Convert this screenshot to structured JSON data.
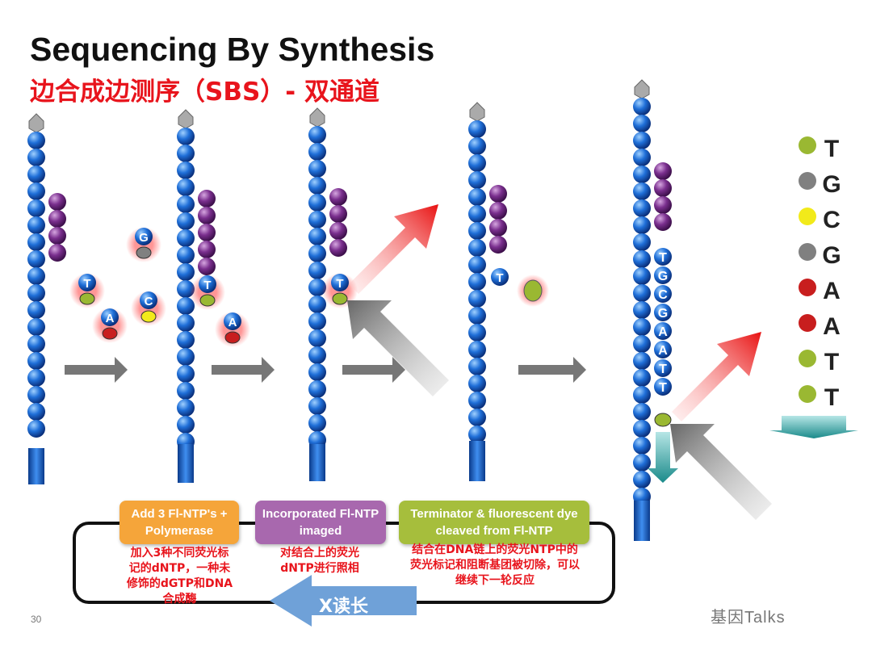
{
  "title": "Sequencing By Synthesis",
  "subtitle": "边合成边测序（SBS）- 双通道",
  "free_nucleotides": {
    "n1": "T",
    "n2": "G",
    "n3": "C",
    "n4": "A",
    "n5": "T",
    "n6": "A",
    "n7": "T",
    "n8": "T"
  },
  "read_letters": [
    "T",
    "G",
    "C",
    "G",
    "A",
    "A",
    "T",
    "T"
  ],
  "legend": [
    {
      "base": "T",
      "color": "#9ab832"
    },
    {
      "base": "G",
      "color": "#808080"
    },
    {
      "base": "C",
      "color": "#f2ea1a"
    },
    {
      "base": "G",
      "color": "#808080"
    },
    {
      "base": "A",
      "color": "#c81e1e"
    },
    {
      "base": "A",
      "color": "#c81e1e"
    },
    {
      "base": "T",
      "color": "#9ab832"
    },
    {
      "base": "T",
      "color": "#9ab832"
    }
  ],
  "steps": [
    {
      "label": "Add 3 Fl-NTP's + Polymerase",
      "note": "加入3种不同荧光标记的dNTP，一种未修饰的dGTP和DNA合成酶",
      "color": "#f5a53a"
    },
    {
      "label": "Incorporated Fl-NTP imaged",
      "note": "对结合上的荧光dNTP进行照相",
      "color": "#a868ae"
    },
    {
      "label": "Terminator & fluorescent dye cleaved from Fl-NTP",
      "note": "结合在DNA链上的荧光NTP中的荧光标记和阻断基团被切除，可以继续下一轮反应",
      "color": "#a6be3c"
    }
  ],
  "read_length_label": "X读长",
  "page_number": "30",
  "watermark": "基因Talks"
}
